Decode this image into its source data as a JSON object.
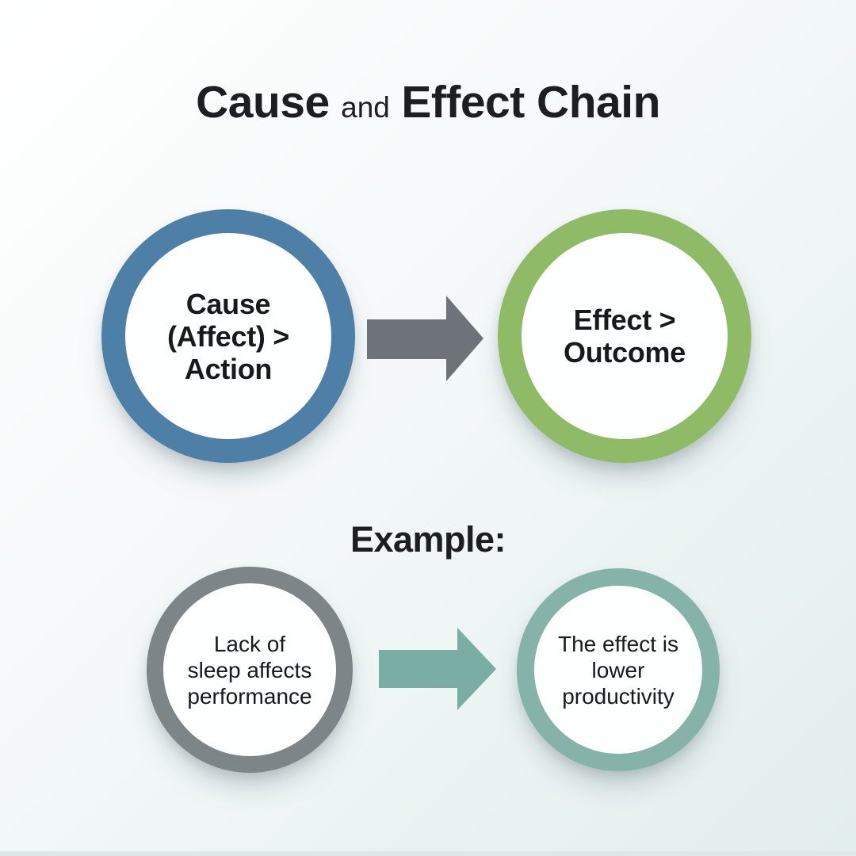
{
  "title": {
    "word1": "Cause",
    "word2": "and",
    "word3": "Effect Chain"
  },
  "example_heading": "Example:",
  "chain": {
    "cause": {
      "lines": [
        "Cause",
        "(Affect) >",
        "Action"
      ]
    },
    "effect": {
      "lines": [
        "Effect >",
        "Outcome"
      ]
    }
  },
  "example_chain": {
    "cause": {
      "lines": [
        "Lack of",
        "sleep affects",
        "performance"
      ]
    },
    "effect": {
      "lines": [
        "The effect is",
        "lower",
        "productivity"
      ]
    }
  },
  "icons": {
    "top_arrow": "arrow-right",
    "bottom_arrow": "arrow-right"
  },
  "colors": {
    "bg-start": "#ffffff",
    "bg-end": "#e2eeec",
    "cause-ring": "#4e80a7",
    "effect-ring": "#8fba66",
    "example-cause-ring": "#7e8589",
    "example-effect-ring": "#85b3a9",
    "top-arrow": "#6d7378",
    "bottom-arrow": "#7aada3",
    "node-fill": "#fdfefe",
    "title-text": "#1c1e20",
    "node-text": "#17191b"
  }
}
